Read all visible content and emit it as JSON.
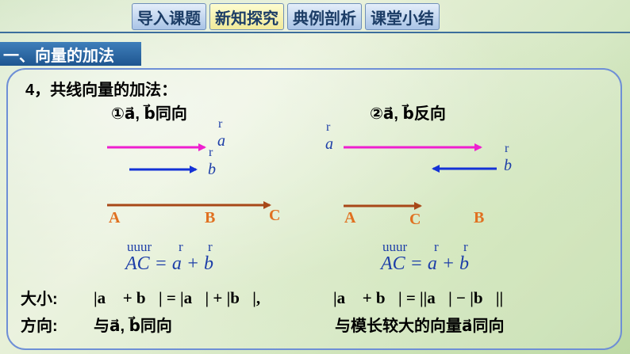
{
  "nav": {
    "tabs": [
      {
        "label": "导入课题",
        "active": false
      },
      {
        "label": "新知探究",
        "active": true
      },
      {
        "label": "典例剖析",
        "active": false
      },
      {
        "label": "课堂小结",
        "active": false
      }
    ]
  },
  "section": {
    "title": "一、向量的加法"
  },
  "topic": {
    "title": "4，共线向量的加法："
  },
  "left": {
    "case_title": "①a⃗, b⃗同向",
    "vec_a_mark": "r",
    "vec_a_label": "a",
    "vec_b_mark": "r",
    "vec_b_label": "b",
    "point_a": "A",
    "point_b": "B",
    "point_c": "C",
    "eq_mark_ac": "uuur",
    "eq_mark_a": "r",
    "eq_mark_b": "r",
    "equation": "AC = a + b"
  },
  "right": {
    "case_title": "②a⃗, b⃗反向",
    "vec_a_mark": "r",
    "vec_a_label": "a",
    "vec_b_mark": "r",
    "vec_b_label": "b",
    "point_a": "A",
    "point_c": "C",
    "point_b": "B",
    "eq_mark_ac": "uuur",
    "eq_mark_a": "r",
    "eq_mark_b": "r",
    "equation": "AC = a + b"
  },
  "magnitude": {
    "label": "大小:",
    "same_direction": "|a⃗ + b⃗| = |a⃗| + |b⃗|,",
    "opposite_direction": "|a⃗ + b⃗| = ||a⃗| − |b⃗||"
  },
  "direction": {
    "label": "方向:",
    "same_direction": "与a⃗, b⃗同向",
    "opposite_direction": "与模长较大的向量a⃗同向"
  },
  "colors": {
    "vector_a": "#ee1fcf",
    "vector_b": "#1432d6",
    "segment": "#a84818",
    "point_label": "#e07020",
    "frame": "#6e8fd6"
  }
}
